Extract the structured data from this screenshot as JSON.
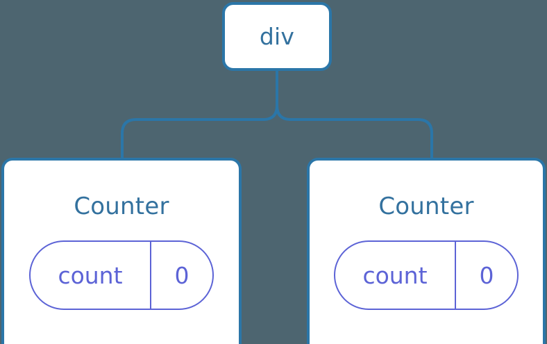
{
  "diagram": {
    "type": "component-tree",
    "background_color": "#4d6570",
    "node_border_color": "#2b76a8",
    "node_text_color": "#33719e",
    "state_color": "#5c63d6",
    "connector_color": "#2b76a8",
    "root": {
      "label": "div"
    },
    "children": [
      {
        "label": "Counter",
        "state": {
          "key": "count",
          "value": "0"
        }
      },
      {
        "label": "Counter",
        "state": {
          "key": "count",
          "value": "0"
        }
      }
    ]
  }
}
